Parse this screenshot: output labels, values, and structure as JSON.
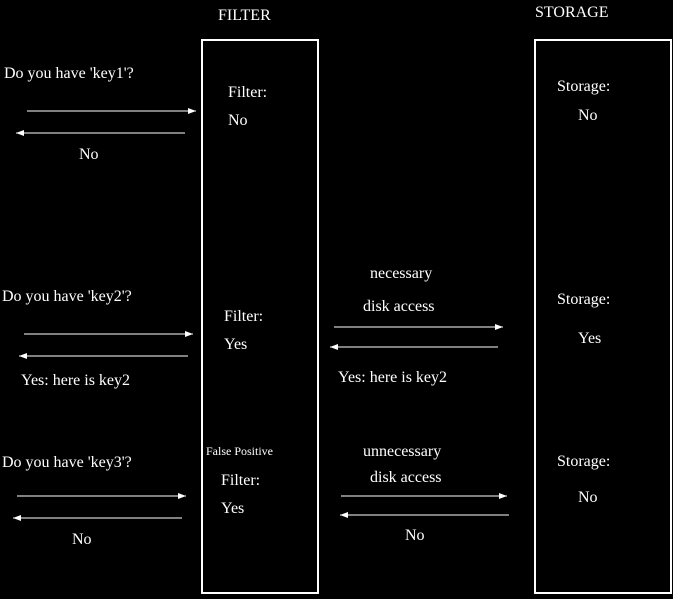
{
  "headers": {
    "filter": "FILTER",
    "storage": "STORAGE"
  },
  "rows": [
    {
      "question": "Do you have 'key1'?",
      "client_answer": "No",
      "filter_label": "Filter:",
      "filter_value": "No",
      "storage_label": "Storage:",
      "storage_value": "No"
    },
    {
      "question": "Do you have 'key2'?",
      "client_answer": "Yes: here is key2",
      "filter_label": "Filter:",
      "filter_value": "Yes",
      "access_line1": "necessary",
      "access_line2": "disk access",
      "storage_reply": "Yes: here is key2",
      "storage_label": "Storage:",
      "storage_value": "Yes"
    },
    {
      "question": "Do you have 'key3'?",
      "client_answer": "No",
      "note": "False Positive",
      "filter_label": "Filter:",
      "filter_value": "Yes",
      "access_line1": "unnecessary",
      "access_line2": "disk access",
      "storage_reply": "No",
      "storage_label": "Storage:",
      "storage_value": "No"
    }
  ],
  "colors": {
    "background": "#000000",
    "foreground": "#ffffff"
  }
}
